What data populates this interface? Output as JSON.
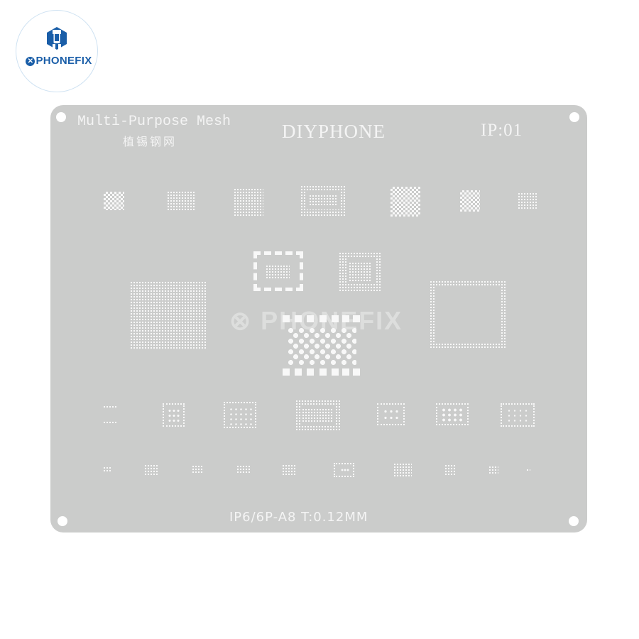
{
  "logo": {
    "brand": "PHONEFIX",
    "mark_icon": "wrench-phone-hexagon-icon",
    "prefix_icon": "x-circle-icon",
    "color": "#1a5ea8"
  },
  "plate": {
    "title_en": "Multi-Purpose Mesh",
    "title_cn": "植锡钢网",
    "brand": "DIYPHONE",
    "model_id": "IP:01",
    "footer": "IP6/6P-A8  T:0.12MM",
    "watermark": "PHONEFIX",
    "color": "#cbcccb",
    "pad_color": "#f8f8f8"
  }
}
